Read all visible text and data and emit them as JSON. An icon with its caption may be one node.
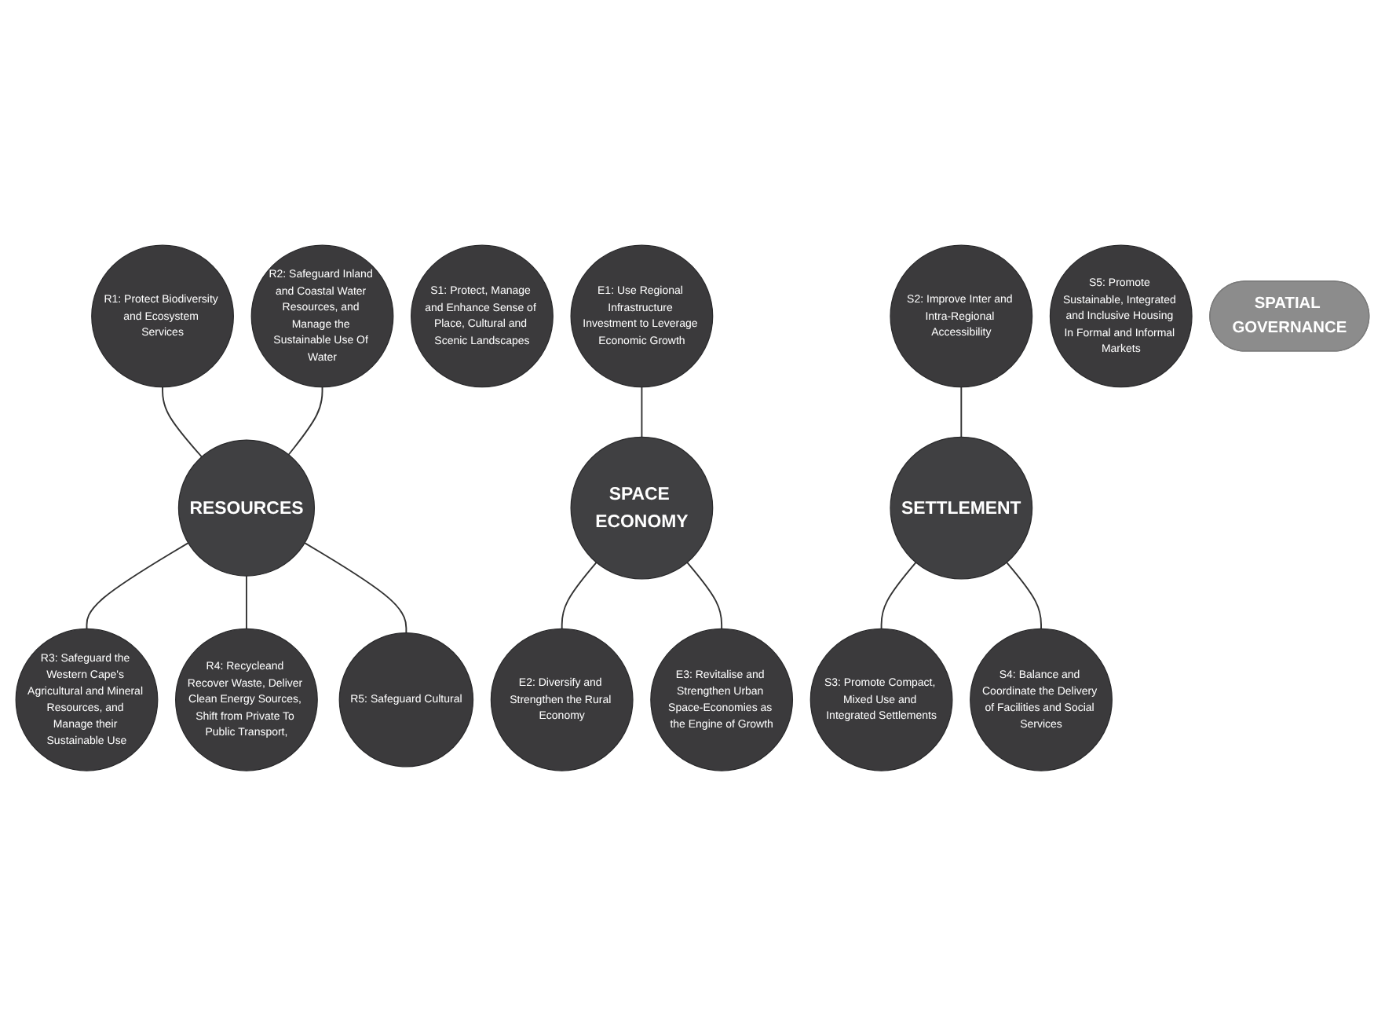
{
  "diagram": {
    "nodes": [
      {
        "text": [
          "R1: Protect Biodiversity and Ecosystem Services"
        ]
      },
      {
        "text": [
          "E1: Use Regional Infrastructure Investment to Leverage Economic Growth"
        ]
      },
      {
        "text": [
          "S1: Protect, Manage and Enhance Sense of Place, Cultural and Scenic Landscapes"
        ]
      },
      {
        "text": [
          "R2: Safeguard Inland and Coastal Water Resources, and Manage the Sustainable Use Of Water"
        ]
      },
      {
        "text": [
          "S2: Improve Inter and Intra-Regional Accessibility"
        ]
      },
      {
        "text": [
          "R3: Safeguard the Western Cape's Agricultural and Mineral Resources, and Manage their Sustainable Use"
        ]
      },
      {
        "text": [
          "RESOURCES"
        ]
      },
      {
        "text": [
          "SPACE ECONOMY"
        ]
      },
      {
        "text": [
          "SETTLEMENT"
        ]
      },
      {
        "text": [
          "S3: Promote Compact, Mixed Use and Integrated Settlements"
        ]
      },
      {
        "text": [
          "R4: Recycleand Recover Waste, Deliver Clean Energy Sources, Shift from Private To Public Transport,"
        ]
      },
      {
        "text": [
          "S4: Balance and Coordinate the Delivery of Facilities and Social Services"
        ]
      },
      {
        "text": [
          "R5: Safeguard Cultural"
        ]
      },
      {
        "text": [
          "S5: Promote Sustainable, Integrated and Inclusive Housing In Formal and Informal Markets"
        ]
      },
      {
        "text": [
          "E2: Diversify and Strengthen the Rural Economy"
        ]
      },
      {
        "text": [
          "E3: Revitalise and Strengthen Urban Space-Economies as the Engine of Growth"
        ]
      },
      {
        "text": [
          "SPATIAL GOVERNANCE"
        ]
      }
    ],
    "edges": [
      {
        "from": 0,
        "to": 6,
        "arrow": "none"
      },
      {
        "from": 3,
        "to": 6,
        "arrow": "none"
      },
      {
        "from": 6,
        "to": 5,
        "arrow": "none"
      },
      {
        "from": 6,
        "to": 10,
        "arrow": "none"
      },
      {
        "from": 6,
        "to": 12,
        "arrow": "none"
      },
      {
        "from": 1,
        "to": 7,
        "arrow": "none"
      },
      {
        "from": 7,
        "to": 14,
        "arrow": "none"
      },
      {
        "from": 7,
        "to": 15,
        "arrow": "none"
      },
      {
        "from": 4,
        "to": 8,
        "arrow": "none"
      },
      {
        "from": 8,
        "to": 9,
        "arrow": "none"
      },
      {
        "from": 8,
        "to": 11,
        "arrow": "none"
      }
    ]
  }
}
